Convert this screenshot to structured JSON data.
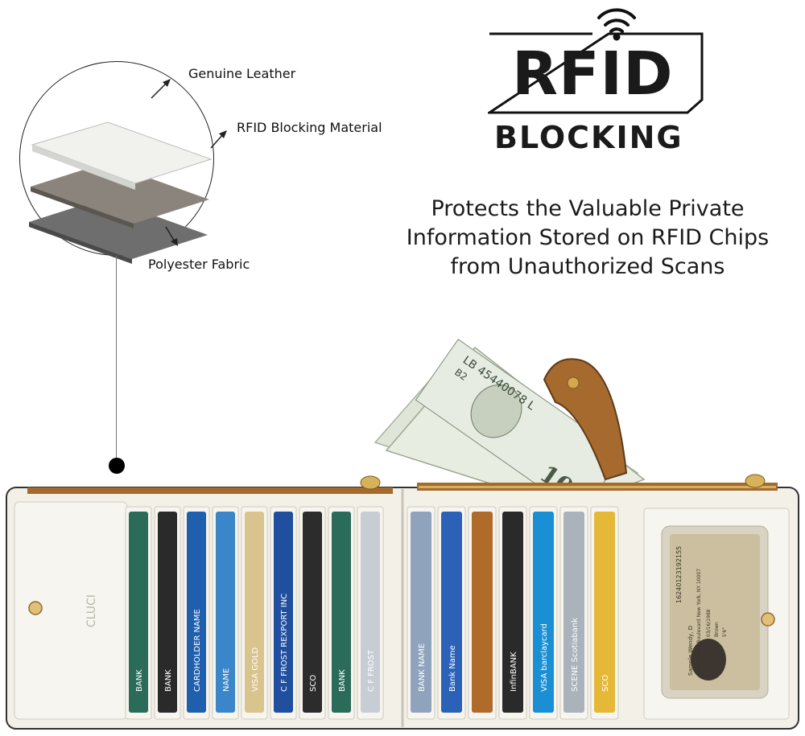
{
  "layers": {
    "top_label": "Genuine Leather",
    "middle_label": "RFID Blocking Material",
    "bottom_label": "Polyester Fabric"
  },
  "badge": {
    "title": "RFID",
    "subtitle": "BLOCKING",
    "icon": "wireless-signal-icon"
  },
  "tagline": {
    "line1": "Protects the Valuable Private",
    "line2": "Information Stored on RFID Chips",
    "line3": "from Unauthorized Scans"
  },
  "wallet": {
    "brand": "CLUCI",
    "banknote_serial": "LB 45440078 L",
    "banknote_id": "B2",
    "id_card": {
      "number": "16240123192155",
      "name": "Sample Wendy, D",
      "address": "1626 Cabrini Boulevard New York, NY 10007",
      "dob": "03/16/1988",
      "hair": "Brown",
      "height": "5'6\""
    },
    "cards_left": [
      {
        "text": "BANK",
        "color": "#2a6b5a"
      },
      {
        "text": "BANK",
        "color": "#2a2a2a"
      },
      {
        "text": "CARDHOLDER NAME",
        "color": "#1f5fae"
      },
      {
        "text": "NAME",
        "color": "#3a86c8"
      },
      {
        "text": "VISA GOLD",
        "color": "#d8c48c"
      },
      {
        "text": "C F FROST REXPORT INC",
        "color": "#1f4f9e"
      },
      {
        "text": "SCO",
        "color": "#2c2c2c"
      },
      {
        "text": "BANK",
        "color": "#2a6b5a"
      },
      {
        "text": "C F FROST",
        "color": "#c8ccd4"
      }
    ],
    "cards_right": [
      {
        "text": "BANK NAME",
        "color": "#8fa3bd"
      },
      {
        "text": "Bank Name",
        "color": "#2c61b8"
      },
      {
        "text": "",
        "color": "#b06a2a"
      },
      {
        "text": "InfinBANK",
        "color": "#2a2a2a"
      },
      {
        "text": "VISA barclaycard",
        "color": "#1b8fd4"
      },
      {
        "text": "SCENE Scotiabank",
        "color": "#aab2bc"
      },
      {
        "text": "SCO",
        "color": "#e6b838"
      }
    ]
  }
}
